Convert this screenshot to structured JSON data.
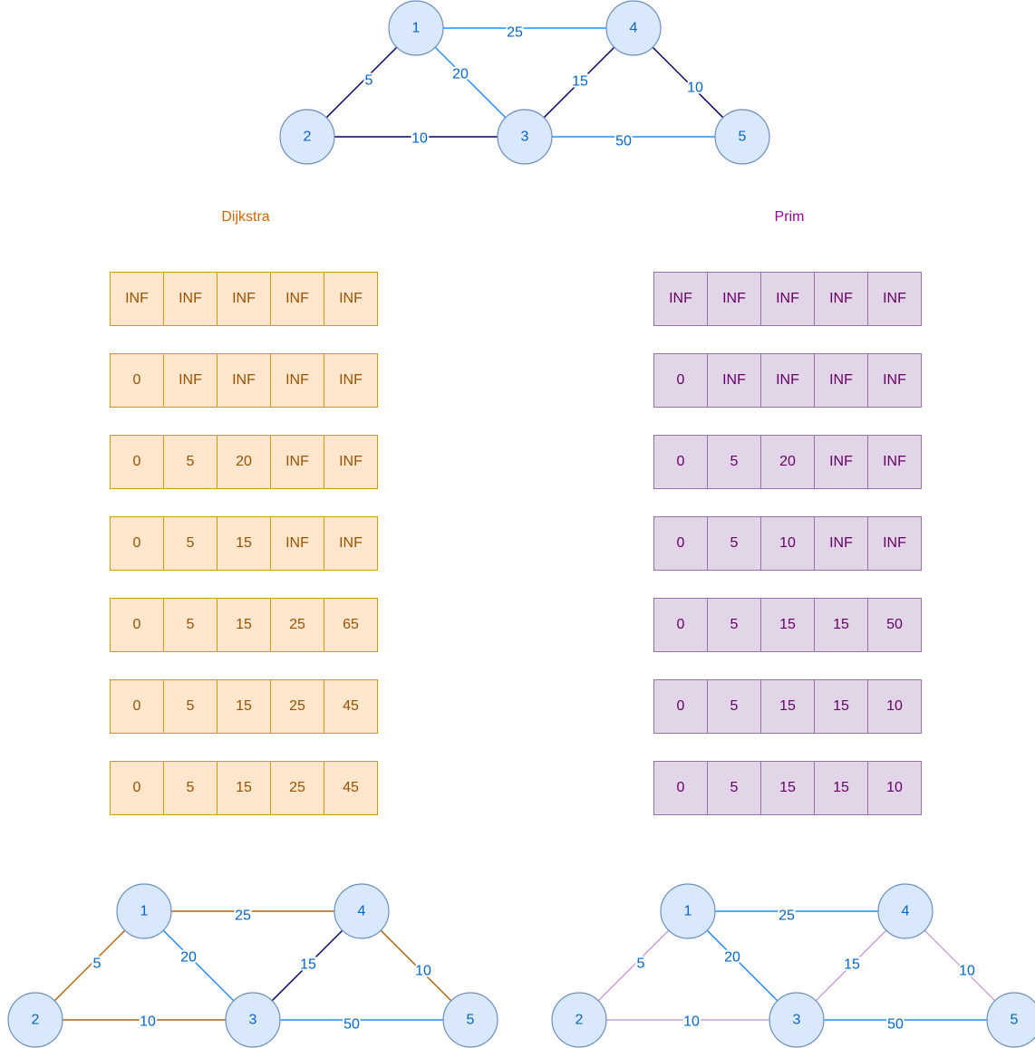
{
  "graphs": {
    "top": {
      "nodes": [
        "1",
        "2",
        "3",
        "4",
        "5"
      ],
      "edges": [
        {
          "from": "1",
          "to": "4",
          "weight": "25",
          "color": "#1e90ff"
        },
        {
          "from": "1",
          "to": "2",
          "weight": "5",
          "color": "#000066"
        },
        {
          "from": "1",
          "to": "3",
          "weight": "20",
          "color": "#1e90ff"
        },
        {
          "from": "2",
          "to": "3",
          "weight": "10",
          "color": "#000066"
        },
        {
          "from": "3",
          "to": "4",
          "weight": "15",
          "color": "#000066"
        },
        {
          "from": "3",
          "to": "5",
          "weight": "50",
          "color": "#1e90ff"
        },
        {
          "from": "4",
          "to": "5",
          "weight": "10",
          "color": "#000066"
        }
      ]
    },
    "dijkstra": {
      "nodes": [
        "1",
        "2",
        "3",
        "4",
        "5"
      ],
      "edges": [
        {
          "from": "1",
          "to": "4",
          "weight": "25",
          "color": "#b46504"
        },
        {
          "from": "1",
          "to": "2",
          "weight": "5",
          "color": "#b46504"
        },
        {
          "from": "1",
          "to": "3",
          "weight": "20",
          "color": "#1e90ff"
        },
        {
          "from": "2",
          "to": "3",
          "weight": "10",
          "color": "#b46504"
        },
        {
          "from": "3",
          "to": "4",
          "weight": "15",
          "color": "#000066"
        },
        {
          "from": "3",
          "to": "5",
          "weight": "50",
          "color": "#1e90ff"
        },
        {
          "from": "4",
          "to": "5",
          "weight": "10",
          "color": "#b46504"
        }
      ]
    },
    "prim": {
      "nodes": [
        "1",
        "2",
        "3",
        "4",
        "5"
      ],
      "edges": [
        {
          "from": "1",
          "to": "4",
          "weight": "25",
          "color": "#1e90ff"
        },
        {
          "from": "1",
          "to": "2",
          "weight": "5",
          "color": "#c9a0dc"
        },
        {
          "from": "1",
          "to": "3",
          "weight": "20",
          "color": "#1e90ff"
        },
        {
          "from": "2",
          "to": "3",
          "weight": "10",
          "color": "#c9a0dc"
        },
        {
          "from": "3",
          "to": "4",
          "weight": "15",
          "color": "#c9a0dc"
        },
        {
          "from": "3",
          "to": "5",
          "weight": "50",
          "color": "#1e90ff"
        },
        {
          "from": "4",
          "to": "5",
          "weight": "10",
          "color": "#c9a0dc"
        }
      ]
    }
  },
  "dijkstra": {
    "title": "Dijkstra",
    "title_color": "#cc6600",
    "rows": [
      [
        "INF",
        "INF",
        "INF",
        "INF",
        "INF"
      ],
      [
        "0",
        "INF",
        "INF",
        "INF",
        "INF"
      ],
      [
        "0",
        "5",
        "20",
        "INF",
        "INF"
      ],
      [
        "0",
        "5",
        "15",
        "INF",
        "INF"
      ],
      [
        "0",
        "5",
        "15",
        "25",
        "65"
      ],
      [
        "0",
        "5",
        "15",
        "25",
        "45"
      ],
      [
        "0",
        "5",
        "15",
        "25",
        "45"
      ]
    ]
  },
  "prim": {
    "title": "Prim",
    "title_color": "#990099",
    "rows": [
      [
        "INF",
        "INF",
        "INF",
        "INF",
        "INF"
      ],
      [
        "0",
        "INF",
        "INF",
        "INF",
        "INF"
      ],
      [
        "0",
        "5",
        "20",
        "INF",
        "INF"
      ],
      [
        "0",
        "5",
        "10",
        "INF",
        "INF"
      ],
      [
        "0",
        "5",
        "15",
        "15",
        "50"
      ],
      [
        "0",
        "5",
        "15",
        "15",
        "10"
      ],
      [
        "0",
        "5",
        "15",
        "15",
        "10"
      ]
    ]
  }
}
